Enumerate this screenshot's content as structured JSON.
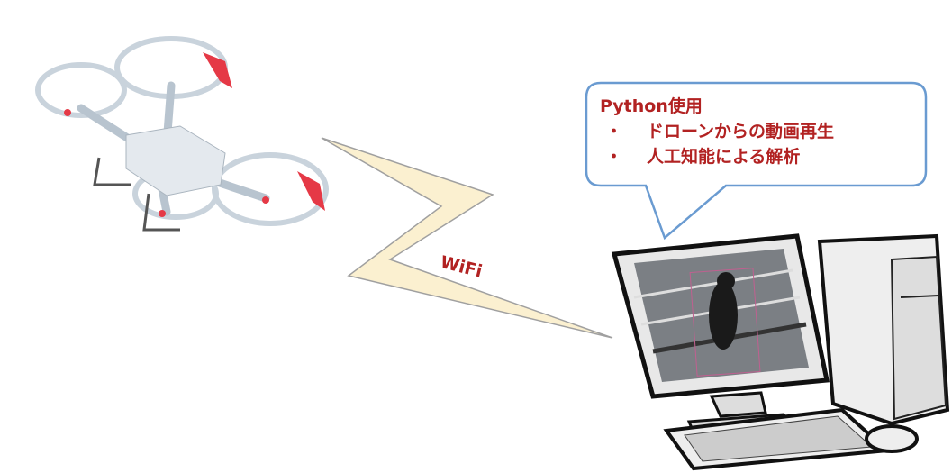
{
  "bubble": {
    "title": "Python使用",
    "items": [
      {
        "bullet": "・",
        "text": "ドローンからの動画再生"
      },
      {
        "bullet": "・",
        "text": "人工知能による解析"
      }
    ]
  },
  "link_label": "WiFi",
  "colors": {
    "text": "#b22222",
    "bubble_border": "#6a9bd1",
    "bolt_fill": "#fbf0d0",
    "bolt_stroke": "#a0a0a0"
  }
}
